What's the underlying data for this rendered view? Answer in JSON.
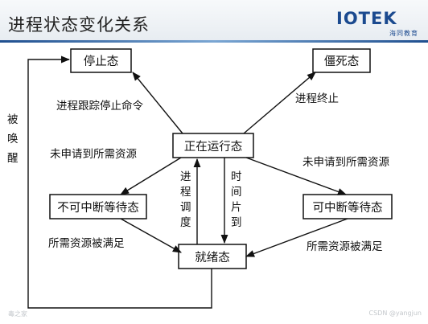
{
  "slide": {
    "title": "进程状态变化关系",
    "logo": {
      "main": "IOTEK",
      "sub": "海同教育"
    },
    "footer_left": "毒之家",
    "footer_right": "CSDN @yangjun"
  },
  "diagram": {
    "nodes": {
      "running": "正在运行态",
      "stopped": "停止态",
      "zombie": "僵死态",
      "uninterruptible": "不可中断等待态",
      "interruptible": "可中断等待态",
      "ready": "就绪态"
    },
    "edges": {
      "stop_cmd": "进程跟踪停止命令",
      "terminate": "进程终止",
      "req_left": "未申请到所需资源",
      "req_right": "未申请到所需资源",
      "sat_left": "所需资源被满足",
      "sat_right": "所需资源被满足",
      "schedule": [
        "进",
        "程",
        "调",
        "度"
      ],
      "timeslice": [
        "时",
        "间",
        "片",
        "到"
      ],
      "wakeup": [
        "被",
        "唤",
        "醒"
      ]
    }
  },
  "colors": {
    "title_line": "#1f4f8f",
    "logo": "#1b4a8f",
    "stroke": "#111111"
  }
}
